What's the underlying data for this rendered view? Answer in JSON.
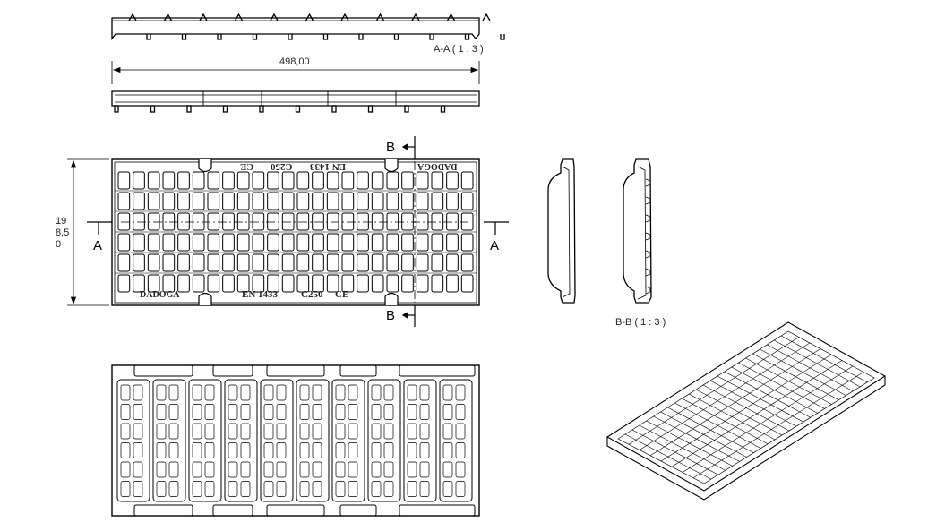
{
  "section_aa": {
    "label": "A-A ( 1 : 3 )"
  },
  "section_bb": {
    "label": "B-B ( 1 : 3 )"
  },
  "dimensions": {
    "length": "498,00",
    "width_lines": [
      "19",
      "8,5",
      "0"
    ]
  },
  "markers": {
    "a_left": "A",
    "a_right": "A",
    "b_top": "B",
    "b_bottom": "B"
  },
  "top_view_text": {
    "bottom_logo": "DADOGA",
    "bottom_standard": "EN 1433",
    "bottom_class": "C250",
    "bottom_ce": "CE",
    "top_logo": "DADOGA",
    "top_standard": "EN 1433",
    "top_class": "C250",
    "top_ce": "CE"
  }
}
